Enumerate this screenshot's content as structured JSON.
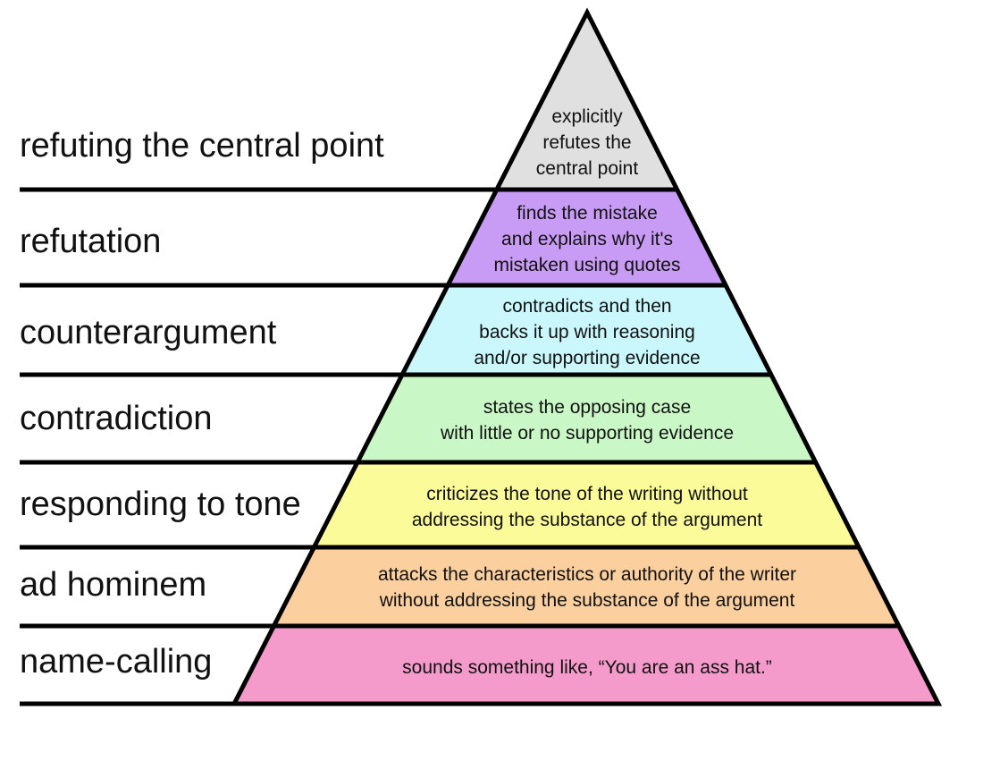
{
  "levels": [
    {
      "label": "refuting the central point",
      "description": [
        "explicitly",
        "refutes the",
        "central point"
      ],
      "color": "#e0e0e0"
    },
    {
      "label": "refutation",
      "description": [
        "finds the mistake",
        "and explains why it's",
        "mistaken using quotes"
      ],
      "color": "#c89bf5"
    },
    {
      "label": "counterargument",
      "description": [
        "contradicts and then",
        "backs it up with reasoning",
        "and/or supporting evidence"
      ],
      "color": "#c9f7fb"
    },
    {
      "label": "contradiction",
      "description": [
        "states the opposing case",
        "with little or no supporting evidence"
      ],
      "color": "#c9f7c6"
    },
    {
      "label": "responding to tone",
      "description": [
        "criticizes the tone of the writing without",
        "addressing the substance of the argument"
      ],
      "color": "#fbfb9a"
    },
    {
      "label": "ad hominem",
      "description": [
        "attacks the characteristics or authority of the writer",
        "without addressing the substance of the argument"
      ],
      "color": "#fbcf9e"
    },
    {
      "label": "name-calling",
      "description": [
        "sounds something like, “You are an ass hat.”"
      ],
      "color": "#f59bcb"
    }
  ]
}
